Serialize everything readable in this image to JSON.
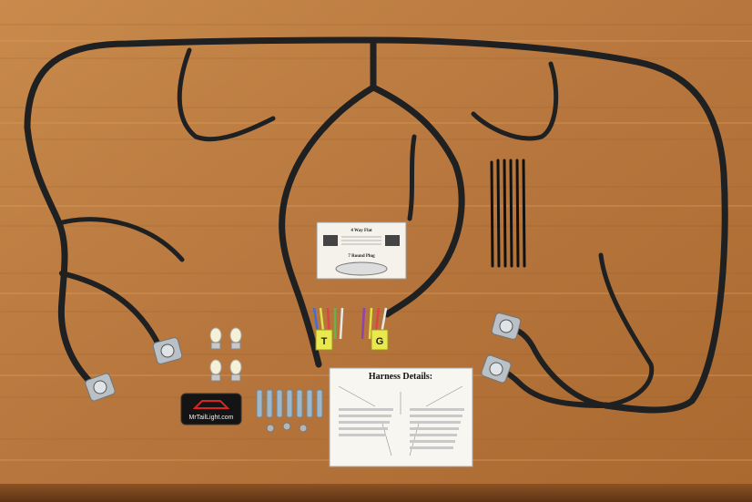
{
  "logo": {
    "text": "MrTailLight.com"
  },
  "connector_tags": {
    "left": "T",
    "right": "G"
  },
  "wiring_card": {
    "heading_top": "4 Way Flat",
    "heading_bottom": "7 Round Plug"
  },
  "harness_card": {
    "title": "Harness Details:"
  },
  "colors": {
    "wood": "#b9783e",
    "wood_dark": "#8a4f22",
    "wire": "#1f2022",
    "connector": "#b9c0c6",
    "badge_bg": "#141414",
    "badge_text": "#f2f2f2"
  }
}
